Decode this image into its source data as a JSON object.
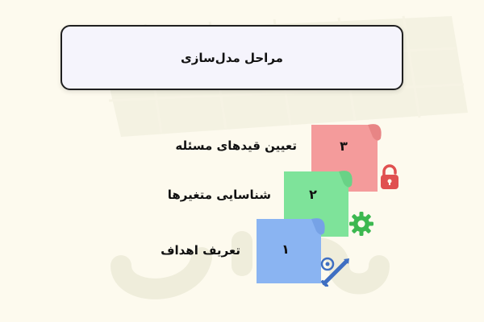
{
  "title": "مراحل مدل‌سازی",
  "steps": [
    {
      "number": "۳",
      "label": "تعیین قیدهای مسئله",
      "color": "#f49b9b",
      "icon": "lock-icon",
      "icon_color": "#e05050"
    },
    {
      "number": "۲",
      "label": "شناسایی متغیرها",
      "color": "#7ee39a",
      "icon": "gear-icon",
      "icon_color": "#3cb850"
    },
    {
      "number": "۱",
      "label": "تعریف اهداف",
      "color": "#8ab4f2",
      "icon": "target-dart-icon",
      "icon_color": "#3f6fc2"
    }
  ],
  "colors": {
    "background": "#fdfaee",
    "title_box": "#f5f4fc",
    "watermark": "#ecead6"
  }
}
